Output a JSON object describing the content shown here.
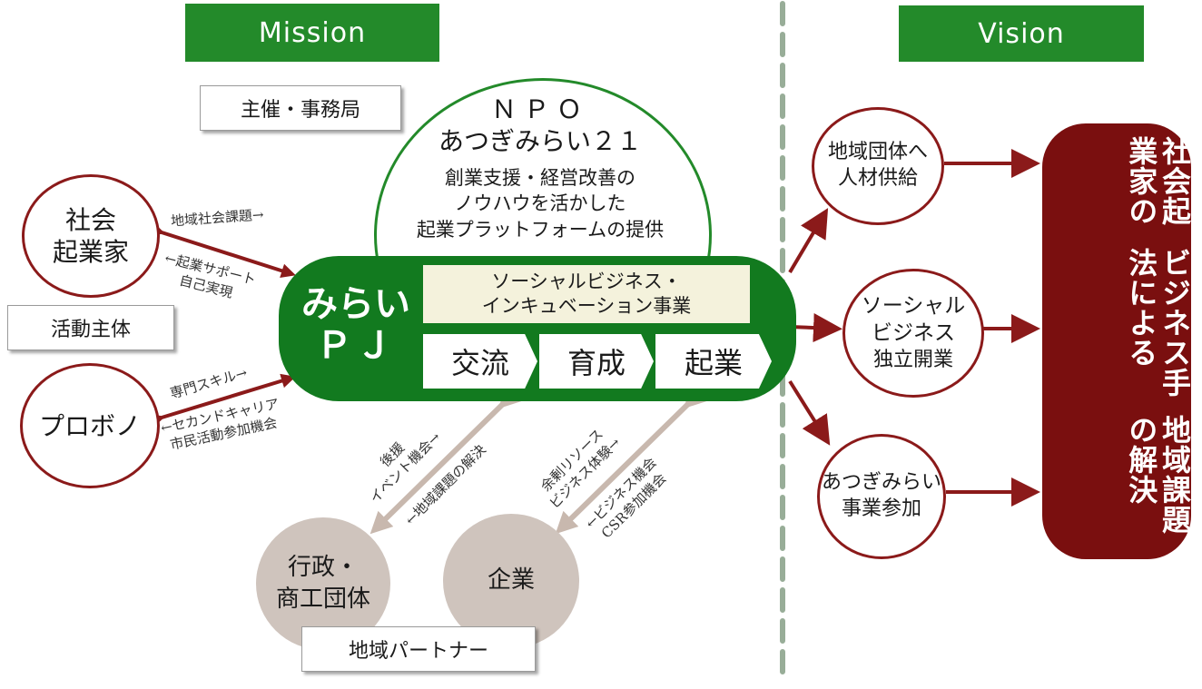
{
  "headers": {
    "mission": "Mission",
    "vision": "Vision"
  },
  "boxes": {
    "organizer": "主催・事務局",
    "actors": "活動主体",
    "partners": "地域パートナー"
  },
  "npo": {
    "title1": "ＮＰＯ",
    "title2": "あつぎみらい２１",
    "desc": [
      "創業支援・経営改善の",
      "ノウハウを活かした",
      "起業プラットフォームの提供"
    ]
  },
  "project": {
    "name": [
      "みらい",
      "ＰＪ"
    ],
    "program": [
      "ソーシャルビジネス・",
      "インキュベーション事業"
    ],
    "stages": [
      "交流",
      "育成",
      "起業"
    ]
  },
  "actors": {
    "entrepreneur": [
      "社会",
      "起業家"
    ],
    "probono": "プロボノ"
  },
  "partners": {
    "government": [
      "行政・",
      "商工団体"
    ],
    "company": "企業"
  },
  "flow_labels": {
    "entrepreneur_in": "地域社会課題→",
    "entrepreneur_out": [
      "←起業サポート",
      "自己実現"
    ],
    "probono_in": "専門スキル→",
    "probono_out": [
      "←セカンドキャリア",
      "市民活動参加機会"
    ],
    "gov_in": [
      "後援",
      "イベント機会→"
    ],
    "gov_out": "←地域課題の解決",
    "company_in": [
      "余剰リソース",
      "ビジネス体験→"
    ],
    "company_out": [
      "←ビジネス機会",
      "CSR参加機会"
    ]
  },
  "outcomes": [
    [
      "地域団体へ",
      "人材供給"
    ],
    [
      "ソーシャル",
      "ビジネス",
      "独立開業"
    ],
    [
      "あつぎみらい",
      "事業参加"
    ]
  ],
  "vision_goal": [
    "社会起業家の",
    "ビジネス手法による",
    "地域課題の解決"
  ],
  "colors": {
    "green": "#238a2a",
    "dark_green": "#127a1f",
    "maroon": "#8b1a1a",
    "vision_fill": "#7a0f0f",
    "partner_fill": "#cfc4bd",
    "arrow_gray": "#c8b8ae"
  }
}
